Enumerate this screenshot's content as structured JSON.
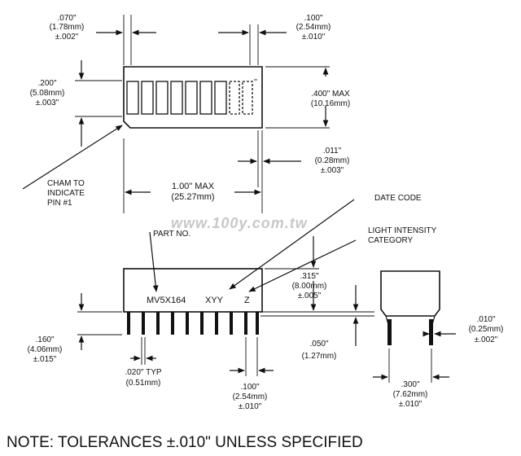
{
  "top_view": {
    "dim_070": {
      "inch": ".070\"",
      "mm": "(1.78mm)",
      "tol": "±.002\""
    },
    "dim_100": {
      "inch": ".100\"",
      "mm": "(2.54mm)",
      "tol": "±.010\""
    },
    "dim_200": {
      "inch": ".200\"",
      "mm": "(5.08mm)",
      "tol": "±.003\""
    },
    "dim_400": {
      "inch": ".400\" MAX",
      "mm": "(10.16mm)"
    },
    "dim_011": {
      "inch": ".011\"",
      "mm": "(0.28mm)",
      "tol": "±.003\""
    },
    "dim_length": {
      "inch": "1.00\" MAX",
      "mm": "(25.27mm)"
    },
    "cham": {
      "line1": "CHAM TO",
      "line2": "INDICATE",
      "line3": "PIN #1"
    }
  },
  "callouts": {
    "date_code": "DATE CODE",
    "light_intensity": {
      "line1": "LIGHT INTENSITY",
      "line2": "CATEGORY"
    },
    "part_no": "PART NO."
  },
  "watermark": "www.100y.com.tw",
  "side_view": {
    "marking": {
      "part": "MV5X164",
      "date": "XYY",
      "cat": "Z"
    },
    "dim_315": {
      "inch": ".315\"",
      "mm": "(8.00mm)",
      "tol": "±.005\""
    },
    "dim_050": {
      "inch": ".050\"",
      "mm": "(1.27mm)"
    },
    "dim_160": {
      "inch": ".160\"",
      "mm": "(4.06mm)",
      "tol": "±.015\""
    },
    "dim_020": {
      "inch": ".020\" TYP",
      "mm": "(0.51mm)"
    },
    "dim_100b": {
      "inch": ".100\"",
      "mm": "(2.54mm)",
      "tol": "±.010\""
    }
  },
  "end_view": {
    "dim_010": {
      "inch": ".010\"",
      "mm": "(0.25mm)",
      "tol": "±.002\""
    },
    "dim_300": {
      "inch": ".300\"",
      "mm": "(7.62mm)",
      "tol": "±.010\""
    }
  },
  "note": "NOTE: TOLERANCES ±.010\" UNLESS SPECIFIED"
}
